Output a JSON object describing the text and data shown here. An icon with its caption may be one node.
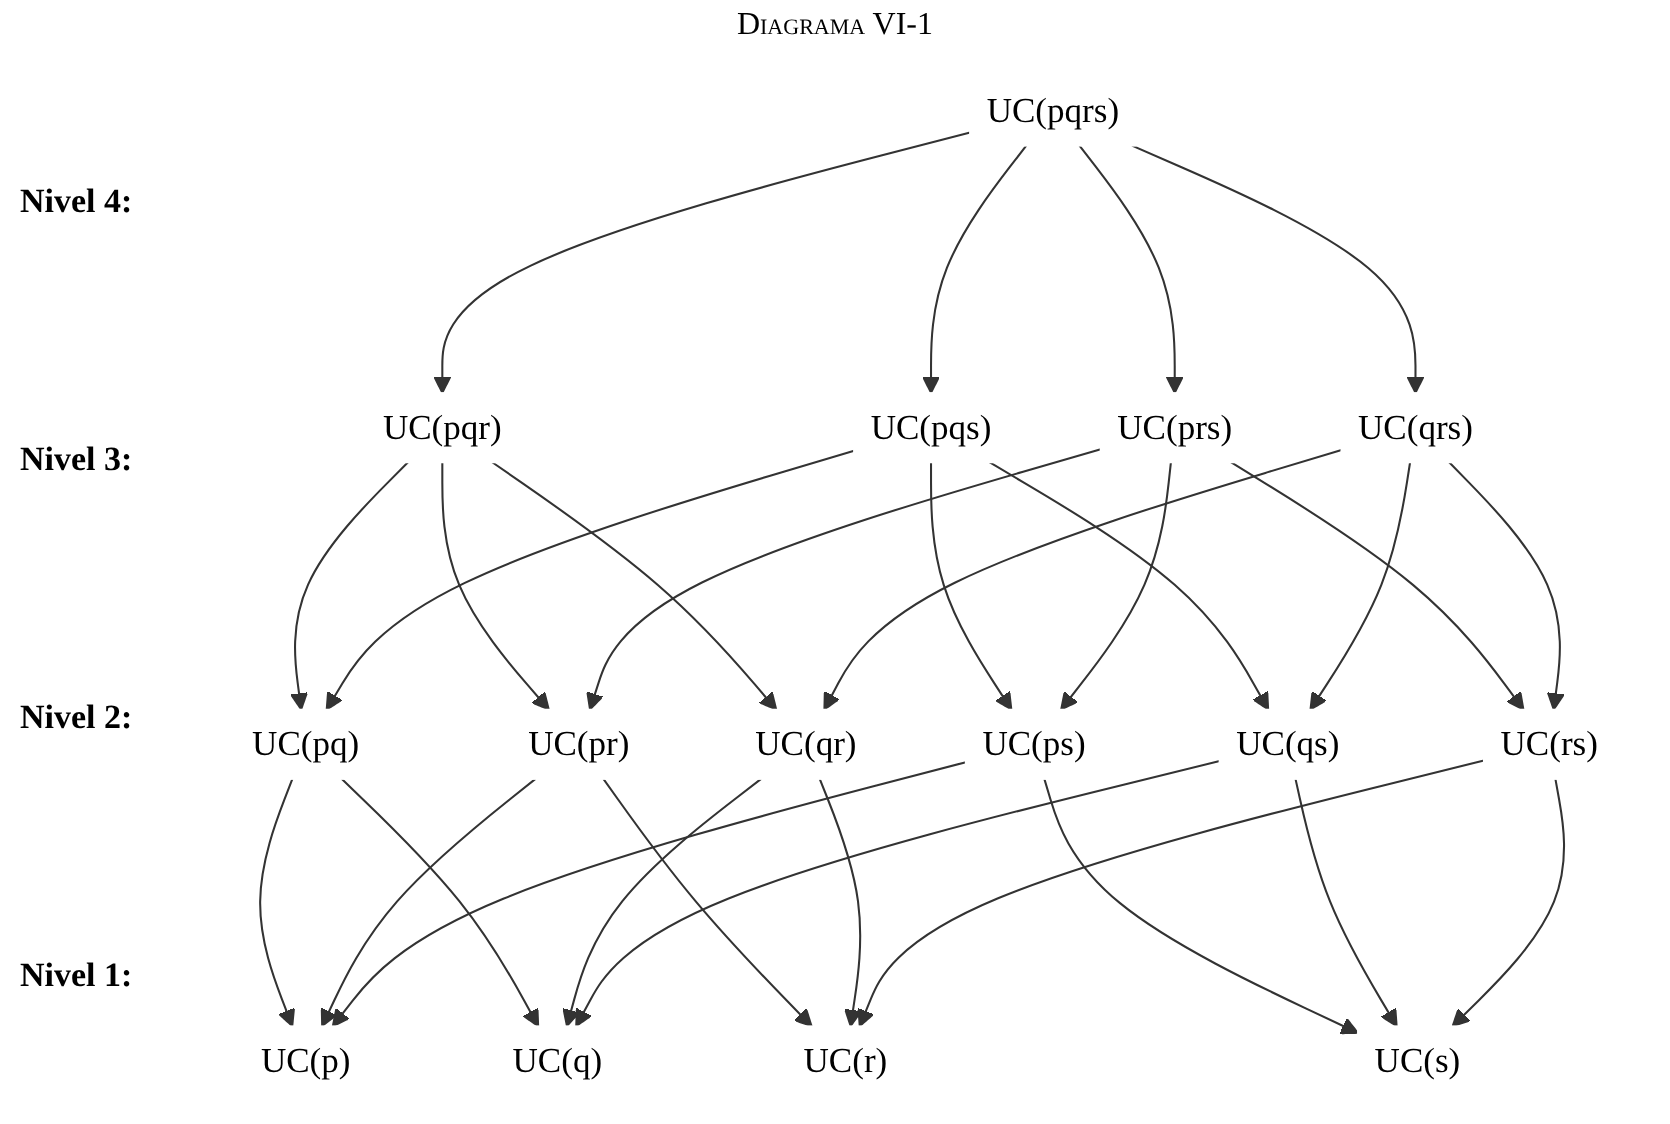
{
  "diagram": {
    "title": "Diagrama VI-1",
    "nodes": [
      {
        "text": [
          "UC(pqrs)"
        ]
      },
      {
        "text": [
          "UC(pqr)"
        ]
      },
      {
        "text": [
          "UC(pqs)"
        ]
      },
      {
        "text": [
          "UC(prs)"
        ]
      },
      {
        "text": [
          "UC(qrs)"
        ]
      },
      {
        "text": [
          "UC(pq)"
        ]
      },
      {
        "text": [
          "UC(pr)"
        ]
      },
      {
        "text": [
          "UC(qr)"
        ]
      },
      {
        "text": [
          "UC(ps)"
        ]
      },
      {
        "text": [
          "UC(qs)"
        ]
      },
      {
        "text": [
          "UC(rs)"
        ]
      },
      {
        "text": [
          "UC(p)"
        ]
      },
      {
        "text": [
          "UC(q)"
        ]
      },
      {
        "text": [
          "UC(r)"
        ]
      },
      {
        "text": [
          "UC(s)"
        ]
      }
    ],
    "edges": [
      {
        "from": 0,
        "to": 1,
        "arrow": "to"
      },
      {
        "from": 0,
        "to": 2,
        "arrow": "to"
      },
      {
        "from": 0,
        "to": 3,
        "arrow": "to"
      },
      {
        "from": 0,
        "to": 4,
        "arrow": "to"
      },
      {
        "from": 1,
        "to": 5,
        "arrow": "to"
      },
      {
        "from": 1,
        "to": 6,
        "arrow": "to"
      },
      {
        "from": 1,
        "to": 7,
        "arrow": "to"
      },
      {
        "from": 2,
        "to": 5,
        "arrow": "to"
      },
      {
        "from": 2,
        "to": 8,
        "arrow": "to"
      },
      {
        "from": 2,
        "to": 9,
        "arrow": "to"
      },
      {
        "from": 3,
        "to": 6,
        "arrow": "to"
      },
      {
        "from": 3,
        "to": 8,
        "arrow": "to"
      },
      {
        "from": 3,
        "to": 10,
        "arrow": "to"
      },
      {
        "from": 4,
        "to": 7,
        "arrow": "to"
      },
      {
        "from": 4,
        "to": 9,
        "arrow": "to"
      },
      {
        "from": 4,
        "to": 10,
        "arrow": "to"
      },
      {
        "from": 5,
        "to": 11,
        "arrow": "to"
      },
      {
        "from": 5,
        "to": 12,
        "arrow": "to"
      },
      {
        "from": 6,
        "to": 11,
        "arrow": "to"
      },
      {
        "from": 6,
        "to": 13,
        "arrow": "to"
      },
      {
        "from": 7,
        "to": 12,
        "arrow": "to"
      },
      {
        "from": 7,
        "to": 13,
        "arrow": "to"
      },
      {
        "from": 8,
        "to": 11,
        "arrow": "to"
      },
      {
        "from": 8,
        "to": 14,
        "arrow": "to"
      },
      {
        "from": 9,
        "to": 12,
        "arrow": "to"
      },
      {
        "from": 9,
        "to": 14,
        "arrow": "to"
      },
      {
        "from": 10,
        "to": 13,
        "arrow": "to"
      },
      {
        "from": 10,
        "to": 14,
        "arrow": "to"
      }
    ],
    "labels": [
      "Nivel 4:",
      "Nivel 3:",
      "Nivel 2:",
      "Nivel 1:"
    ]
  }
}
